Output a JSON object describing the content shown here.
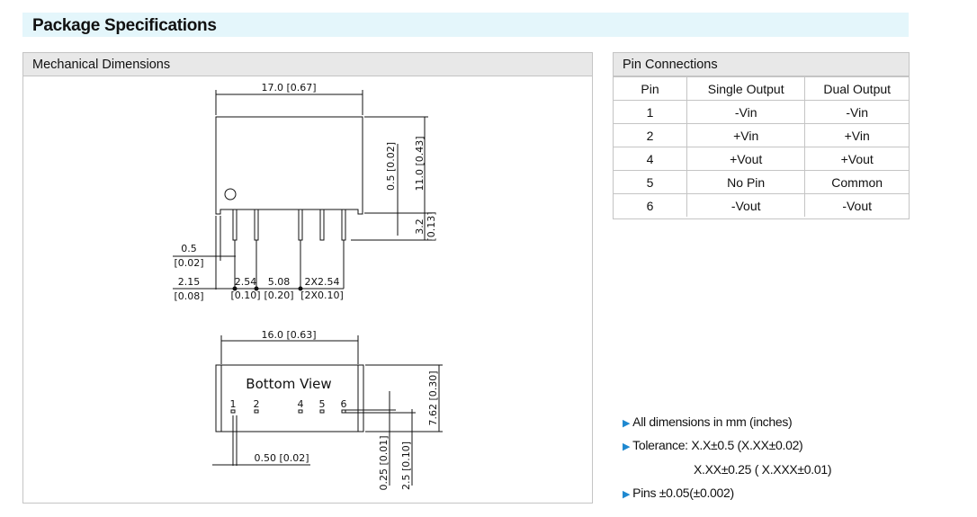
{
  "title": "Package Specifications",
  "mechanical": {
    "header": "Mechanical Dimensions",
    "side_view": {
      "width": "17.0 [0.67]",
      "height": "11.0 [0.43]",
      "standoff": "0.5 [0.02]",
      "pin_length": "3.2",
      "pin_length_in": "[0.13]",
      "pin_width": "0.5",
      "pin_width_in": "[0.02]",
      "first_pin": "2.15",
      "first_pin_in": "[0.08]",
      "pitch1": "2.54",
      "pitch1_in": "[0.10]",
      "pitch2": "5.08",
      "pitch2_in": "[0.20]",
      "pitch3": "2X2.54",
      "pitch3_in": "[2X0.10]"
    },
    "bottom_view": {
      "label": "Bottom View",
      "width": "16.0 [0.63]",
      "depth": "7.62 [0.30]",
      "pin_thickness": "0.25 [0.01]",
      "pin_offset": "2.5 [0.10]",
      "pin_width": "0.50 [0.02]",
      "pins": [
        "1",
        "2",
        "4",
        "5",
        "6"
      ]
    }
  },
  "pin_connections": {
    "header": "Pin Connections",
    "columns": [
      "Pin",
      "Single Output",
      "Dual Output"
    ],
    "rows": [
      [
        "1",
        "-Vin",
        "-Vin"
      ],
      [
        "2",
        "+Vin",
        "+Vin"
      ],
      [
        "4",
        "+Vout",
        "+Vout"
      ],
      [
        "5",
        "No Pin",
        "Common"
      ],
      [
        "6",
        "-Vout",
        "-Vout"
      ]
    ]
  },
  "notes": [
    "All dimensions in mm (inches)",
    "Tolerance: X.X±0.5 (X.XX±0.02)",
    "X.XX±0.25 ( X.XXX±0.01)",
    "Pins ±0.05(±0.002)"
  ],
  "colors": {
    "title_bg": "#e4f6fb",
    "header_bg": "#e8e8e8",
    "bullet": "#1e88d0"
  }
}
